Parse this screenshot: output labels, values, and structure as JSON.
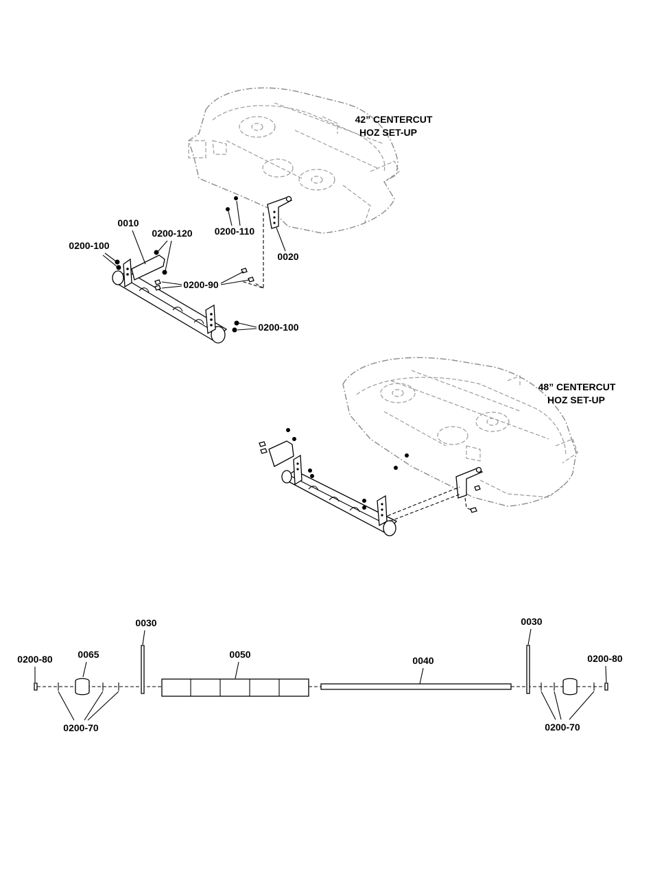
{
  "diagram": {
    "setup_42": {
      "title_line1": "42” CENTERCUT",
      "title_line2": "HOZ SET-UP"
    },
    "setup_48": {
      "title_line1": "48” CENTERCUT",
      "title_line2": "HOZ SET-UP"
    },
    "callouts_42": {
      "c0010": "0010",
      "c0200_120": "0200-120",
      "c0200_100_left": "0200-100",
      "c0200_110": "0200-110",
      "c0020": "0020",
      "c0200_90": "0200-90",
      "c0200_100_right": "0200-100"
    },
    "callouts_exploded": {
      "c0200_80_left": "0200-80",
      "c0065": "0065",
      "c0030_left": "0030",
      "c0050": "0050",
      "c0040": "0040",
      "c0030_right": "0030",
      "c0200_80_right": "0200-80",
      "c0200_70_left": "0200-70",
      "c0200_70_right": "0200-70"
    }
  }
}
